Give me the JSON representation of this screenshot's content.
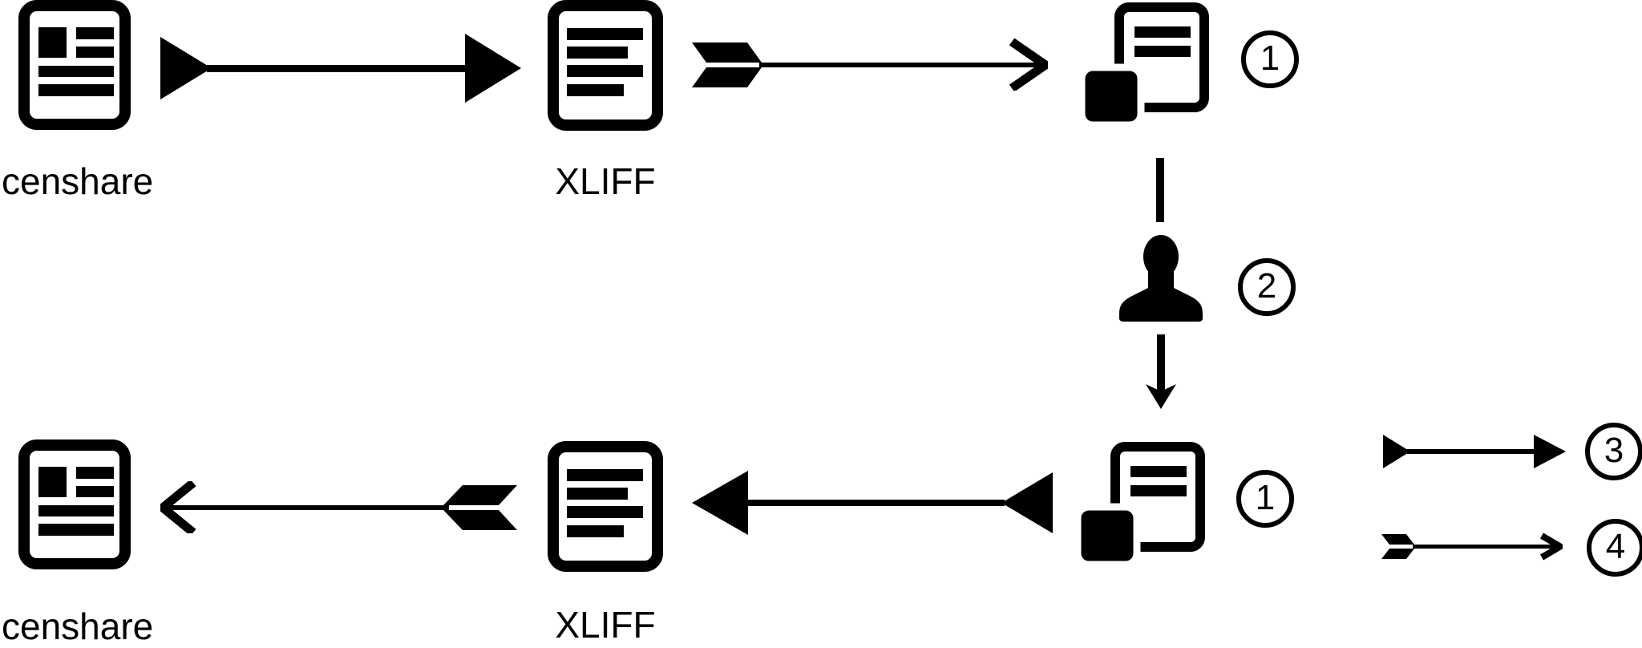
{
  "colors": {
    "ink": "#000000",
    "background": "#ffffff"
  },
  "top_row": {
    "censhare_label": "censhare",
    "xliff_label": "XLIFF",
    "step_badge": "1"
  },
  "middle": {
    "step_badge": "2"
  },
  "bottom_row": {
    "censhare_label": "censhare",
    "xliff_label": "XLIFF",
    "step_badge": "1"
  },
  "legend": {
    "solid_arrow_badge": "3",
    "feathered_arrow_badge": "4"
  },
  "icons": {
    "censhare": "newspaper-document-icon",
    "xliff": "text-document-icon",
    "duplicate": "duplicate-documents-icon",
    "translator": "person-icon",
    "solid_arrow": "solid-triangle-arrow",
    "feathered_arrow": "feathered-arrow",
    "down_arrow": "down-arrow"
  }
}
